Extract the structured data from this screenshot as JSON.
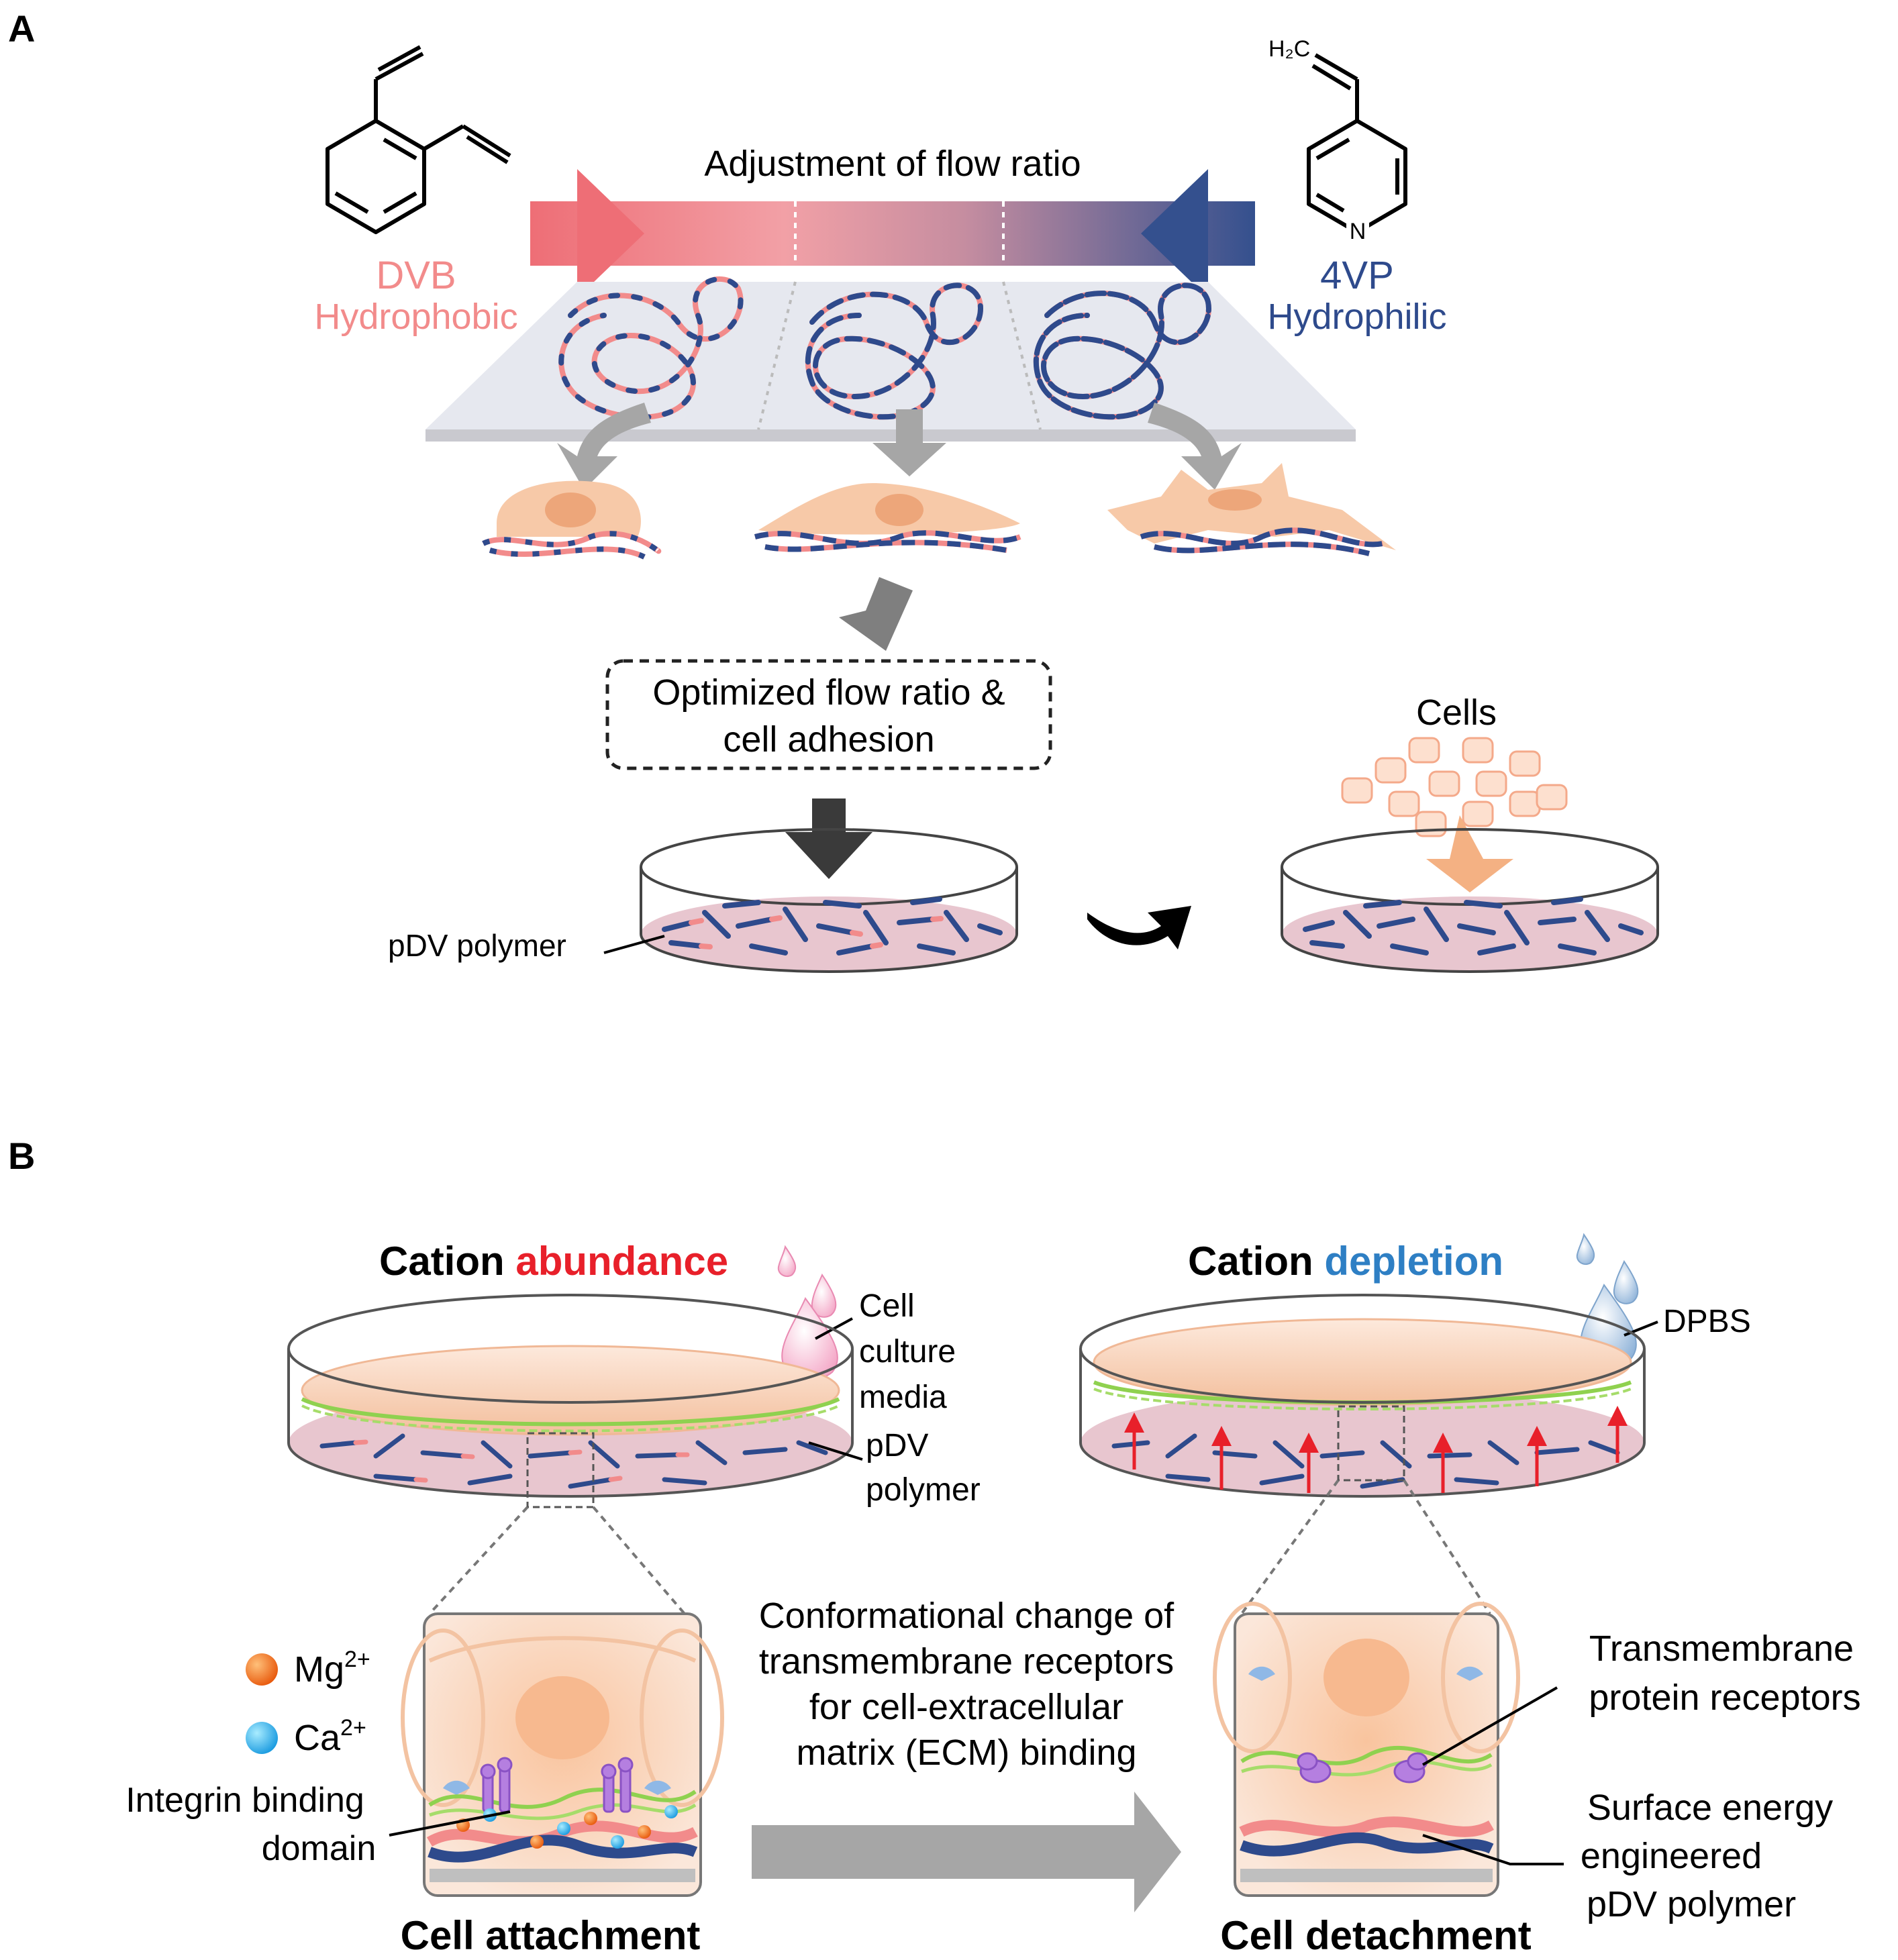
{
  "panel_a": {
    "label": "A",
    "flow_title": "Adjustment of flow ratio",
    "dvb": {
      "name": "DVB",
      "property": "Hydrophobic"
    },
    "vp4": {
      "name": "4VP",
      "property": "Hydrophilic",
      "h2c_label": "H₂C",
      "n_label": "N"
    },
    "optimized_box": {
      "line1": "Optimized flow ratio &",
      "line2": "cell adhesion"
    },
    "pdv_label": "pDV polymer",
    "cells_label": "Cells"
  },
  "panel_b": {
    "label": "B",
    "left": {
      "title_prefix": "Cation ",
      "title_highlight": "abundance",
      "media_label": [
        "Cell",
        "culture",
        "media"
      ],
      "pdv_label": [
        "pDV",
        "polymer"
      ],
      "legend": {
        "mg_base": "Mg",
        "mg_sup": "2+",
        "ca_base": "Ca",
        "ca_sup": "2+"
      },
      "integrin_label": [
        "Integrin binding",
        "domain"
      ],
      "caption": "Cell attachment"
    },
    "right": {
      "title_prefix": "Cation ",
      "title_highlight": "depletion",
      "dpbs_label": "DPBS",
      "receptor_label": [
        "Transmembrane",
        "protein receptors"
      ],
      "surface_label": [
        "Surface energy",
        "engineered",
        "pDV polymer"
      ],
      "caption": "Cell detachment"
    },
    "middle_text": [
      "Conformational change of",
      "transmembrane receptors",
      "for cell-extracellular",
      "matrix (ECM) binding"
    ]
  },
  "colors": {
    "dvb_pink": "#f28b8b",
    "vp_blue": "#2e4a8c",
    "abundance_red": "#e8202a",
    "depletion_blue": "#2e7fc4",
    "cell_peach": "#f7c9a8",
    "ecm_green": "#8fd14f",
    "polymer_dish": "#e8c6cf"
  }
}
